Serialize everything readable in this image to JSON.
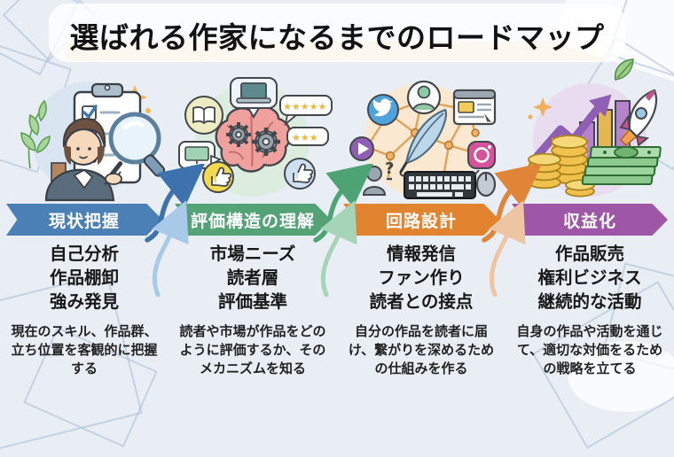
{
  "title": "選ばれる作家になるまでのロードマップ",
  "colors": {
    "background": "#e9eef4",
    "title_highlight": "#f6ddae",
    "step_blue": "#4b80b6",
    "step_green": "#53a377",
    "step_orange": "#e2832f",
    "step_purple": "#9d57a6",
    "arrow_blue_dark": "#3e72ae",
    "arrow_blue_light": "#a9c9e8",
    "arrow_green_dark": "#4ea374",
    "arrow_green_light": "#a5d4b8",
    "arrow_orange_dark": "#e08438",
    "arrow_orange_light": "#eec4a2"
  },
  "steps": [
    {
      "banner": "現状把握",
      "banner_color": "#4b80b6",
      "items": [
        "自己分析",
        "作品棚卸",
        "強み発見"
      ],
      "description": "現在のスキル、作品群、立ち位置を客観的に把握する",
      "illustration": "woman-checklist-magnifier",
      "icons": [
        "woman-avatar",
        "clipboard-checklist-icon",
        "magnifier-icon",
        "plant-leaves",
        "sparkle-icon"
      ]
    },
    {
      "banner": "評価構造の理解",
      "banner_color": "#53a377",
      "items": [
        "市場ニーズ",
        "読者層",
        "評価基準"
      ],
      "description": "読者や市場が作品をどのように評価するか、そのメカニズムを知る",
      "illustration": "brain-gears-feedback",
      "icons": [
        "brain-gears-icon",
        "open-book-bubble-icon",
        "laptop-bubble-icon",
        "five-star-rating-icon",
        "three-star-rating-icon",
        "thumbs-up-icon",
        "monitor-bubble-icon"
      ]
    },
    {
      "banner": "回路設計",
      "banner_color": "#e2832f",
      "items": [
        "情報発信",
        "ファン作り",
        "読者との接点"
      ],
      "description": "自分の作品を読者に届け、繋がりを深めるための仕組みを作る",
      "illustration": "social-network-quill",
      "icons": [
        "bird-icon",
        "user-icon",
        "browser-window-icon",
        "play-button-icon",
        "camera-app-icon",
        "question-user-icon",
        "keyboard-icon",
        "mouse-icon",
        "quill-feather-icon",
        "network-graph"
      ]
    },
    {
      "banner": "収益化",
      "banner_color": "#9d57a6",
      "items": [
        "作品販売",
        "権利ビジネス",
        "継続的な活動"
      ],
      "description": "自身の作品や活動を通じて、適切な対価をるための戦略を立てる",
      "illustration": "money-growth-rocket",
      "icons": [
        "coin-stacks-icon",
        "banknotes-icon",
        "growth-arrow-icon",
        "bar-chart-icon",
        "rocket-icon",
        "sparkle-icon"
      ]
    }
  ],
  "arrows": [
    {
      "from": "現状把握",
      "to": "評価構造の理解",
      "color": "#3e72ae"
    },
    {
      "from": "評価構造の理解",
      "to": "回路設計",
      "color": "#4ea374"
    },
    {
      "from": "回路設計",
      "to": "収益化",
      "color": "#e08438"
    }
  ],
  "decorations": [
    "leaf-icon"
  ]
}
